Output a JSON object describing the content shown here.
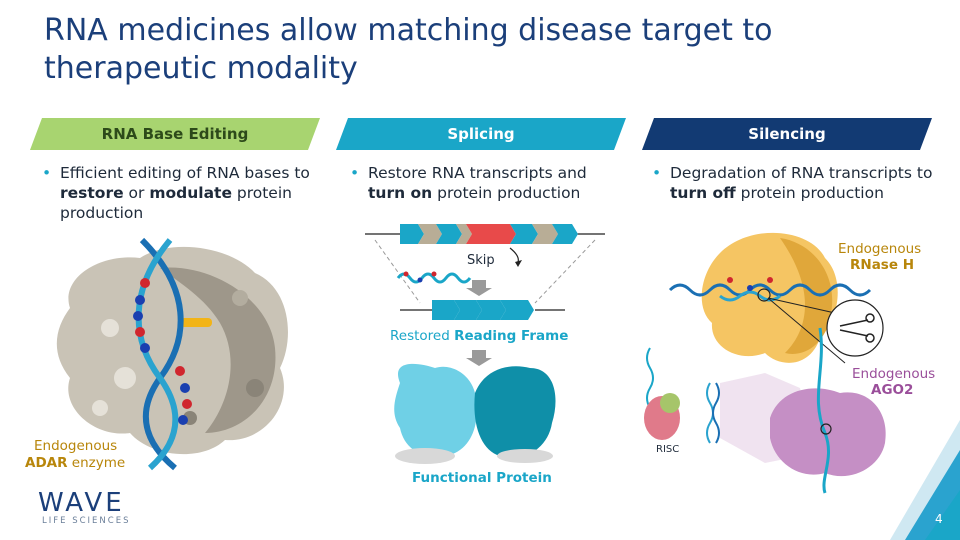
{
  "title": "RNA medicines allow matching disease target to therapeutic modality",
  "columns": [
    {
      "header": "RNA Base Editing",
      "bullet": {
        "t1": "Efficient editing of RNA bases to ",
        "b1": "restore",
        "t2": " or ",
        "b2": "modulate",
        "t3": " protein production"
      }
    },
    {
      "header": "Splicing",
      "bullet": {
        "t1": "Restore RNA transcripts and ",
        "b1": "turn on",
        "t2": " protein production"
      }
    },
    {
      "header": "Silencing",
      "bullet": {
        "t1": "Degradation of RNA transcripts to ",
        "b1": "turn off",
        "t2": " protein production"
      }
    }
  ],
  "editing": {
    "enzyme_line1": "Endogenous",
    "enzyme_bold": "ADAR",
    "enzyme_rest": " enzyme"
  },
  "splicing": {
    "skip": "Skip",
    "restored_prefix": "Restored ",
    "restored_bold": "Reading Frame",
    "protein": "Functional Protein"
  },
  "silencing": {
    "rnaseh_line1": "Endogenous",
    "rnaseh_line2": "RNase H",
    "ago2_line1": "Endogenous",
    "ago2_line2": "AGO2",
    "risc": "RISC"
  },
  "logo": {
    "name": "WAVE",
    "sub": "LIFE SCIENCES"
  },
  "page_number": "4",
  "colors": {
    "title": "#1b3f7a",
    "green": "#a8d470",
    "teal": "#1aa6c8",
    "navy": "#123a73",
    "gold": "#b8860b",
    "accent_blue": "#2aa3cf"
  }
}
